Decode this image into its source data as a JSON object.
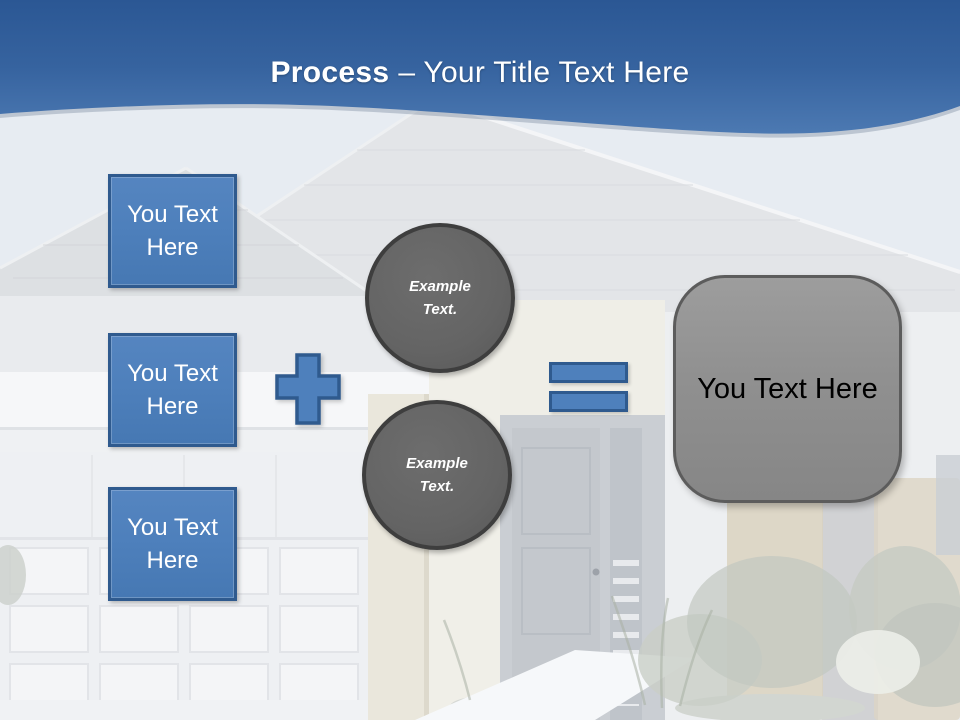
{
  "header": {
    "title_bold": "Process",
    "title_rest": "– Your Title Text Here"
  },
  "diagram": {
    "input_boxes": [
      {
        "label": "You Text Here"
      },
      {
        "label": "You Text Here"
      },
      {
        "label": "You Text Here"
      }
    ],
    "operators": {
      "plus_icon": "+",
      "equals_icon": "="
    },
    "circles": [
      {
        "label": "Example Text."
      },
      {
        "label": "Example Text."
      }
    ],
    "result_box": {
      "label": "You Text Here"
    }
  },
  "background": {
    "description": "faded house photo: gray shingle roofs, white garage door, front door with sidelight, walkway and shrubs"
  },
  "colors": {
    "header_gradient_top": "#2B5794",
    "header_gradient_bottom": "#4C79B2",
    "accent_blue": "#4E80BC",
    "accent_blue_border": "#2F5A8E",
    "circle_fill": "#646464",
    "circle_border": "#3E3E3E",
    "result_fill": "#909090",
    "result_border": "#5C5C5C",
    "title_color": "#FFFFFF",
    "square_text_color": "#FFFFFF",
    "result_text_color": "#000000"
  }
}
